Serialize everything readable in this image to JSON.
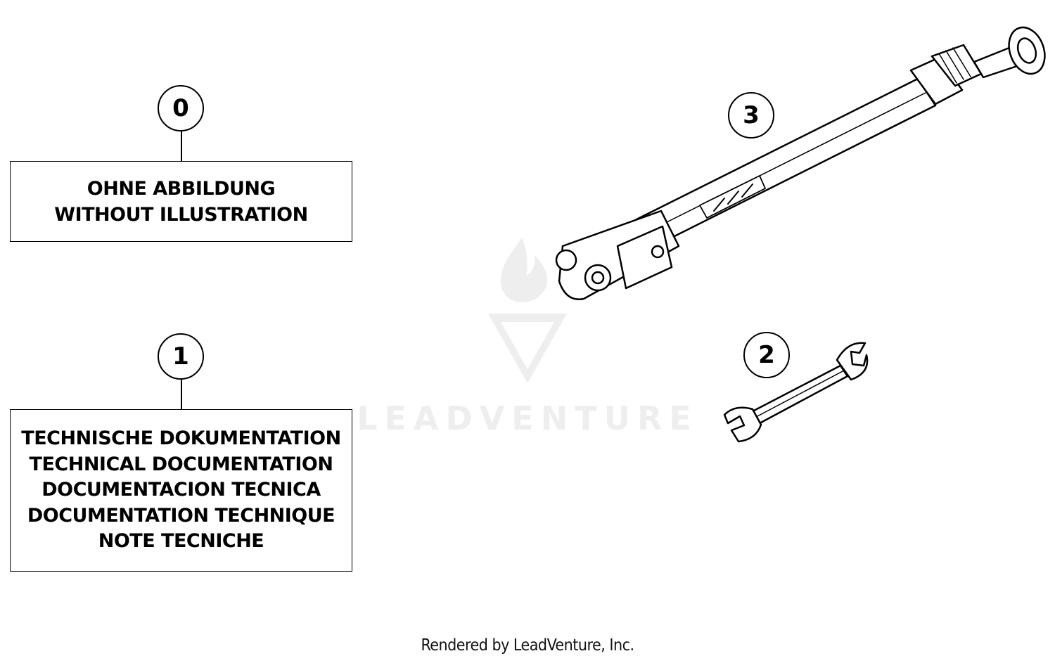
{
  "callouts": [
    {
      "id": "0"
    },
    {
      "id": "1"
    },
    {
      "id": "2"
    },
    {
      "id": "3"
    }
  ],
  "labels": {
    "item0": {
      "lines": [
        "OHNE ABBILDUNG",
        "WITHOUT ILLUSTRATION"
      ]
    },
    "item1": {
      "lines": [
        "TECHNISCHE DOKUMENTATION",
        "TECHNICAL DOCUMENTATION",
        "DOCUMENTACION TECNICA",
        "DOCUMENTATION TECHNIQUE",
        "NOTE TECNICHE"
      ]
    }
  },
  "watermark": {
    "text": "LEADVENTURE"
  },
  "footer": {
    "text": "Rendered by LeadVenture, Inc."
  },
  "icons": {
    "item2": "wrench-icon",
    "item3": "air-pump-icon",
    "watermark": "leadventure-logo-icon"
  },
  "colors": {
    "line": "#000000",
    "watermark": "#eeeeee",
    "background": "#ffffff"
  }
}
